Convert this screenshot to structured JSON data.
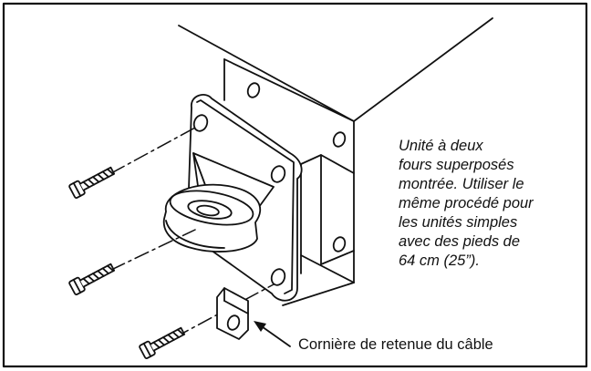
{
  "description_lines": [
    "Unité à deux",
    "fours superposés",
    "montrée. Utiliser le",
    "même procédé pour",
    "les unités simples",
    "avec des pieds de",
    "64 cm (25”)."
  ],
  "callout_label": "Cornière de retenue du câble"
}
